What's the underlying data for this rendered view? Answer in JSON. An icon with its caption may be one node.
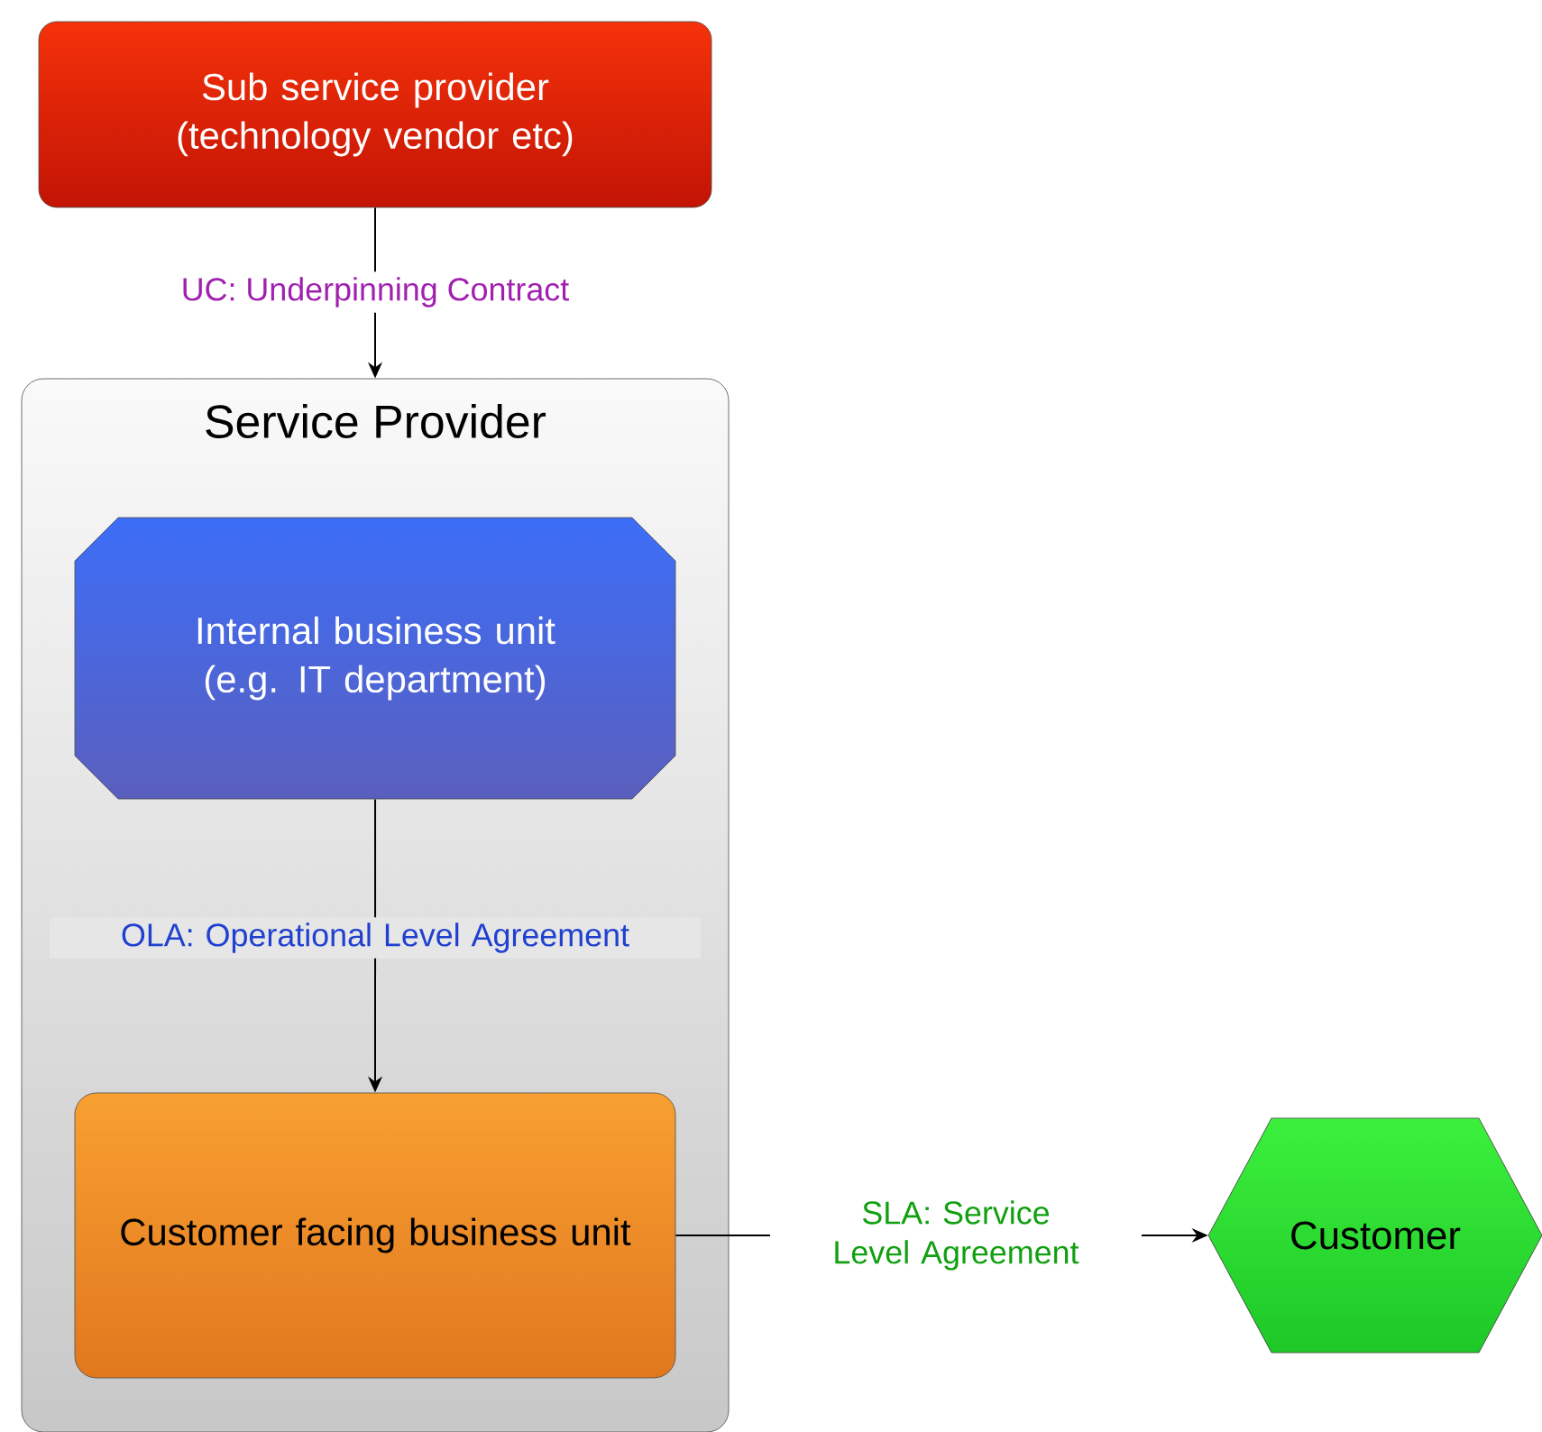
{
  "diagram": {
    "nodes": [
      {
        "text": [
          "Sub service provider (technology vendor etc)"
        ]
      },
      {
        "text": [
          "Service Provider"
        ]
      },
      {
        "text": [
          "Internal business unit (e.g. IT department)"
        ],
        "in": 1
      },
      {
        "text": [
          "Customer facing business unit"
        ],
        "in": 1
      },
      {
        "text": [
          "Customer"
        ]
      }
    ],
    "edges": [
      {
        "from": 0,
        "to": 1,
        "arrow": "to",
        "label": "UC: Underpinning Contract"
      },
      {
        "from": 2,
        "to": 3,
        "arrow": "to",
        "label": "OLA: Operational Level Agreement"
      },
      {
        "from": 3,
        "to": 4,
        "arrow": "to",
        "label": "SLA: Service Level Agreement"
      }
    ]
  }
}
